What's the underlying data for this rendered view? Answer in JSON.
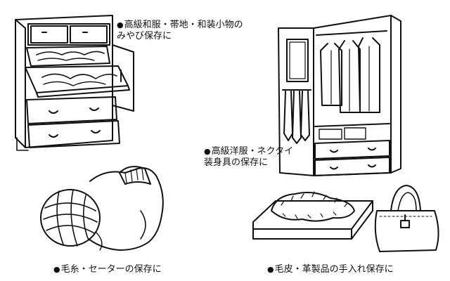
{
  "captions": {
    "kimono": {
      "bullet": "●",
      "line1": "高級和服・帯地・和装小物の",
      "line2": "みやび保存に"
    },
    "suits": {
      "bullet": "●",
      "line1": "高級洋服・ネクタイ",
      "line2": "装身具の保存に"
    },
    "yarn": {
      "bullet": "●",
      "line1": "毛糸・セーターの保存に"
    },
    "fur": {
      "bullet": "●",
      "line1": "毛皮・革製品の手入れ保存に"
    }
  },
  "colors": {
    "ink": "#111111",
    "paper": "#ffffff"
  },
  "illustrations": [
    "kimono-chest",
    "wardrobe",
    "yarn-and-sweater",
    "fur-tray-and-handbag"
  ]
}
